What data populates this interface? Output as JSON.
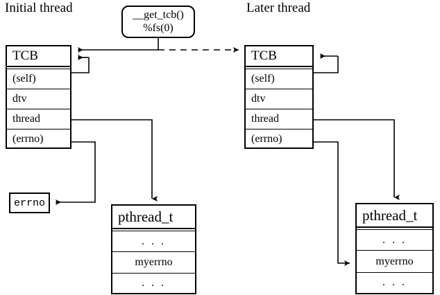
{
  "diagram": {
    "title_left": "Initial thread",
    "title_right": "Later thread",
    "accessor": {
      "line1": "__get_tcb()",
      "line2": "%fs(0)"
    },
    "errno_box": {
      "label": "errno"
    },
    "tcb_left": {
      "header": "TCB",
      "rows": [
        "(self)",
        "dtv",
        "thread",
        "(errno)"
      ]
    },
    "tcb_right": {
      "header": "TCB",
      "rows": [
        "(self)",
        "dtv",
        "thread",
        "(errno)"
      ]
    },
    "pthread_left": {
      "header": "pthread_t",
      "rows": [
        ". . .",
        "myerrno",
        ". . ."
      ]
    },
    "pthread_right": {
      "header": "pthread_t",
      "rows": [
        ". . .",
        "myerrno",
        ". . ."
      ]
    },
    "colors": {
      "stroke": "#000000",
      "background": "#ffffff"
    }
  }
}
